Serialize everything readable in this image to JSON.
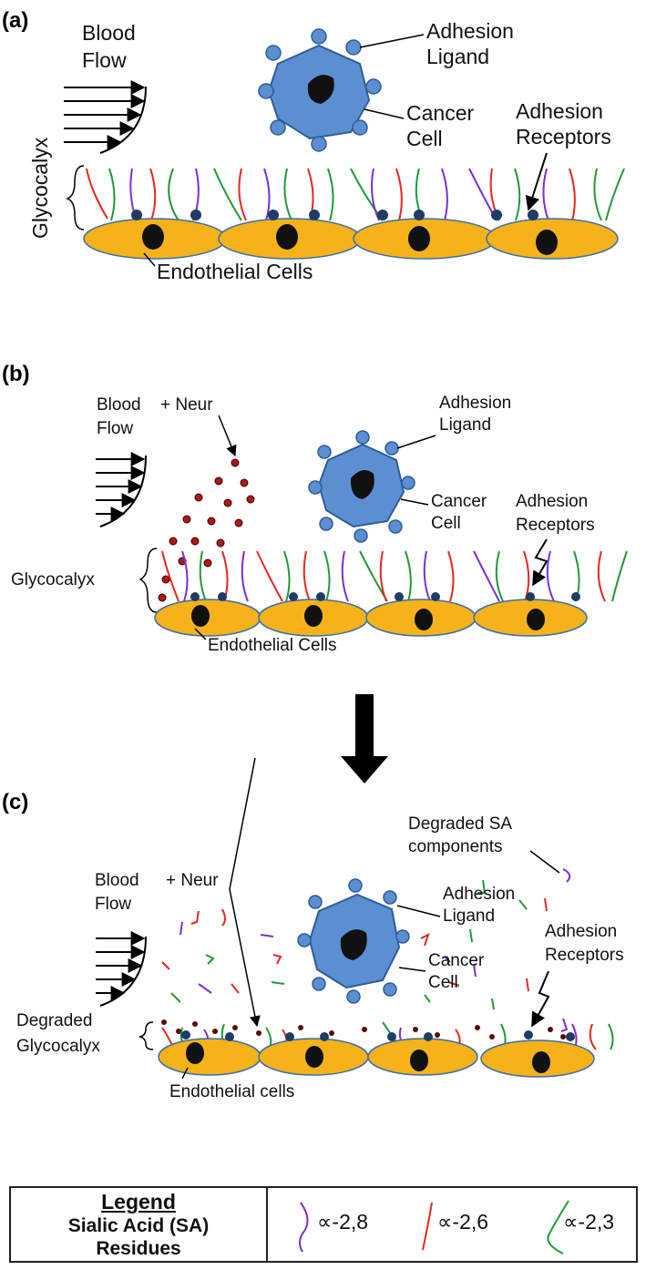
{
  "panels": {
    "a": {
      "label": "(a)",
      "blood_flow": [
        "Blood",
        "Flow"
      ],
      "adhesion_ligand": [
        "Adhesion",
        "Ligand"
      ],
      "cancer_cell": [
        "Cancer",
        "Cell"
      ],
      "adhesion_receptors": [
        "Adhesion",
        "Receptors"
      ],
      "glycocalyx": "Glycocalyx",
      "endothelial_cells": "Endothelial Cells"
    },
    "b": {
      "label": "(b)",
      "blood_flow": [
        "Blood",
        "Flow"
      ],
      "neur": "+ Neur",
      "adhesion_ligand": [
        "Adhesion",
        "Ligand"
      ],
      "cancer_cell": [
        "Cancer",
        "Cell"
      ],
      "adhesion_receptors": [
        "Adhesion",
        "Receptors"
      ],
      "glycocalyx": "Glycocalyx",
      "endothelial_cells": "Endothelial Cells"
    },
    "c": {
      "label": "(c)",
      "degraded_sa": [
        "Degraded SA",
        "components"
      ],
      "blood_flow": [
        "Blood",
        "Flow"
      ],
      "neur": "+ Neur",
      "adhesion_ligand": [
        "Adhesion",
        "Ligand"
      ],
      "cancer_cell": [
        "Cancer",
        "Cell"
      ],
      "adhesion_receptors": [
        "Adhesion",
        "Receptors"
      ],
      "degraded_glycocalyx": [
        "Degraded",
        "Glycocalyx"
      ],
      "endothelial_cells": "Endothelial cells"
    }
  },
  "legend": {
    "title": "Legend",
    "subtitle_line1": "Sialic Acid (SA)",
    "subtitle_line2": "Residues",
    "items": [
      {
        "label": "∝-2,8",
        "color": "#7a2fd6"
      },
      {
        "label": "∝-2,6",
        "color": "#e8261e"
      },
      {
        "label": "∝-2,3",
        "color": "#1f9a3a"
      }
    ]
  },
  "colors": {
    "endothelial_fill": "#f5b21b",
    "cancer_cell_fill": "#5b8fd1",
    "nucleus": "#111111",
    "neuraminidase_dot": "#b01818"
  }
}
